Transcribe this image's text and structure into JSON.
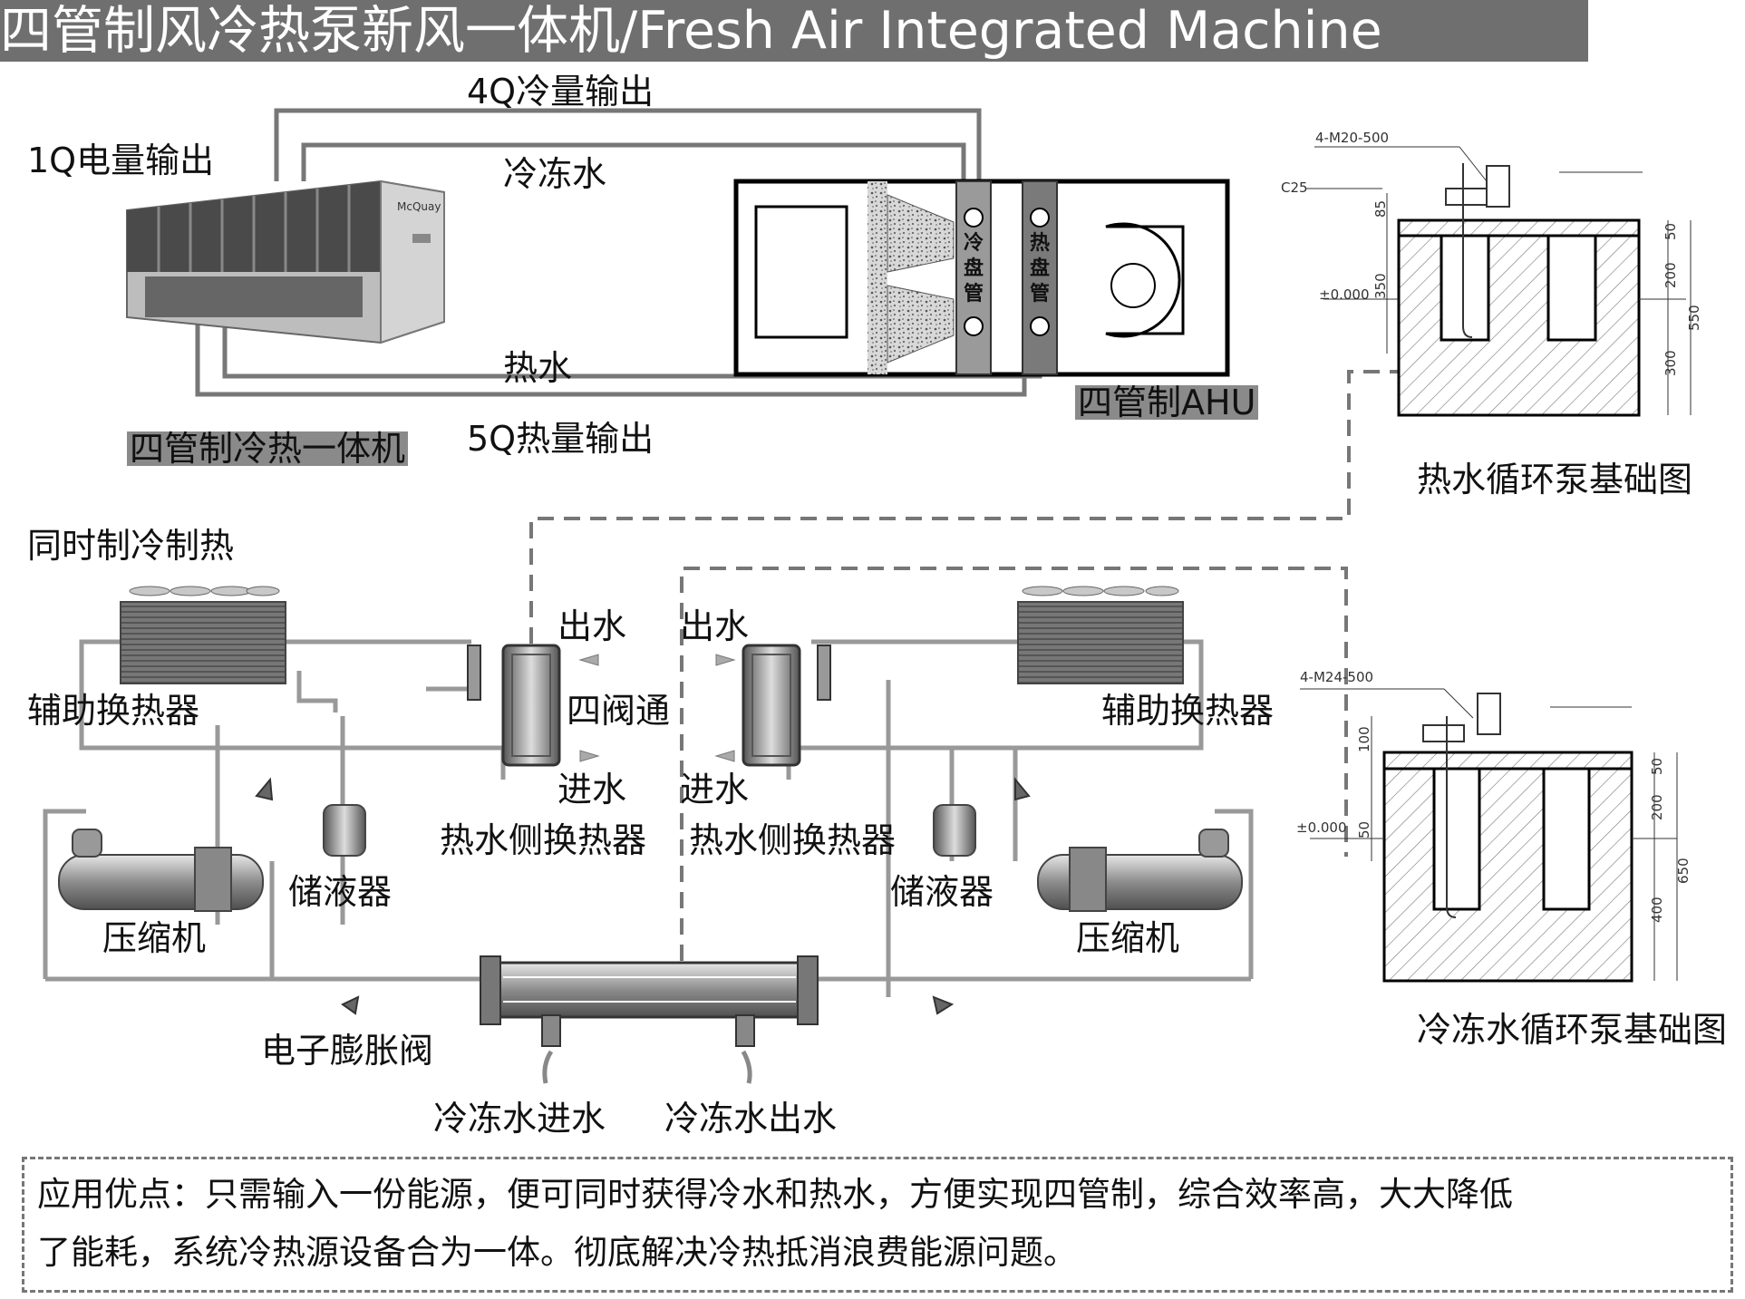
{
  "title": "四管制风冷热泵新风一体机/Fresh Air Integrated Machine",
  "top_diagram": {
    "cold_output": "4Q冷量输出",
    "electric_output": "1Q电量输出",
    "chilled_water": "冷冻水",
    "hot_water": "热水",
    "heat_output": "5Q热量输出",
    "unit_label": "四管制冷热一体机",
    "unit_brand": "McQuay",
    "ahu_label": "四管制AHU",
    "cold_coil": "冷盘管",
    "hot_coil": "热盘管"
  },
  "middle_diagram": {
    "heading": "同时制冷制热",
    "aux_heat_exchanger": "辅助换热器",
    "water_out": "出水",
    "water_in": "进水",
    "four_way_valve": "四阀通",
    "hot_side_exchanger": "热水侧换热器",
    "receiver": "储液器",
    "compressor": "压缩机",
    "expansion_valve": "电子膨胀阀",
    "chilled_in": "冷冻水进水",
    "chilled_out": "冷冻水出水"
  },
  "foundations": {
    "hot_pump": {
      "caption": "热水循环泵基础图",
      "bolt": "4-M20-500",
      "concrete": "C25",
      "level": "±0.000",
      "dims": [
        "85",
        "350",
        "50",
        "200",
        "550",
        "300"
      ]
    },
    "cold_pump": {
      "caption": "冷冻水循环泵基础图",
      "bolt": "4-M24-500",
      "level": "±0.000",
      "dims": [
        "100",
        "50",
        "50",
        "200",
        "650",
        "400"
      ]
    }
  },
  "note": {
    "line1": "应用优点：只需输入一份能源，便可同时获得冷水和热水，方便实现四管制，综合效率高，大大降低",
    "line2": "了能耗，系统冷热源设备合为一体。彻底解决冷热抵消浪费能源问题。"
  }
}
